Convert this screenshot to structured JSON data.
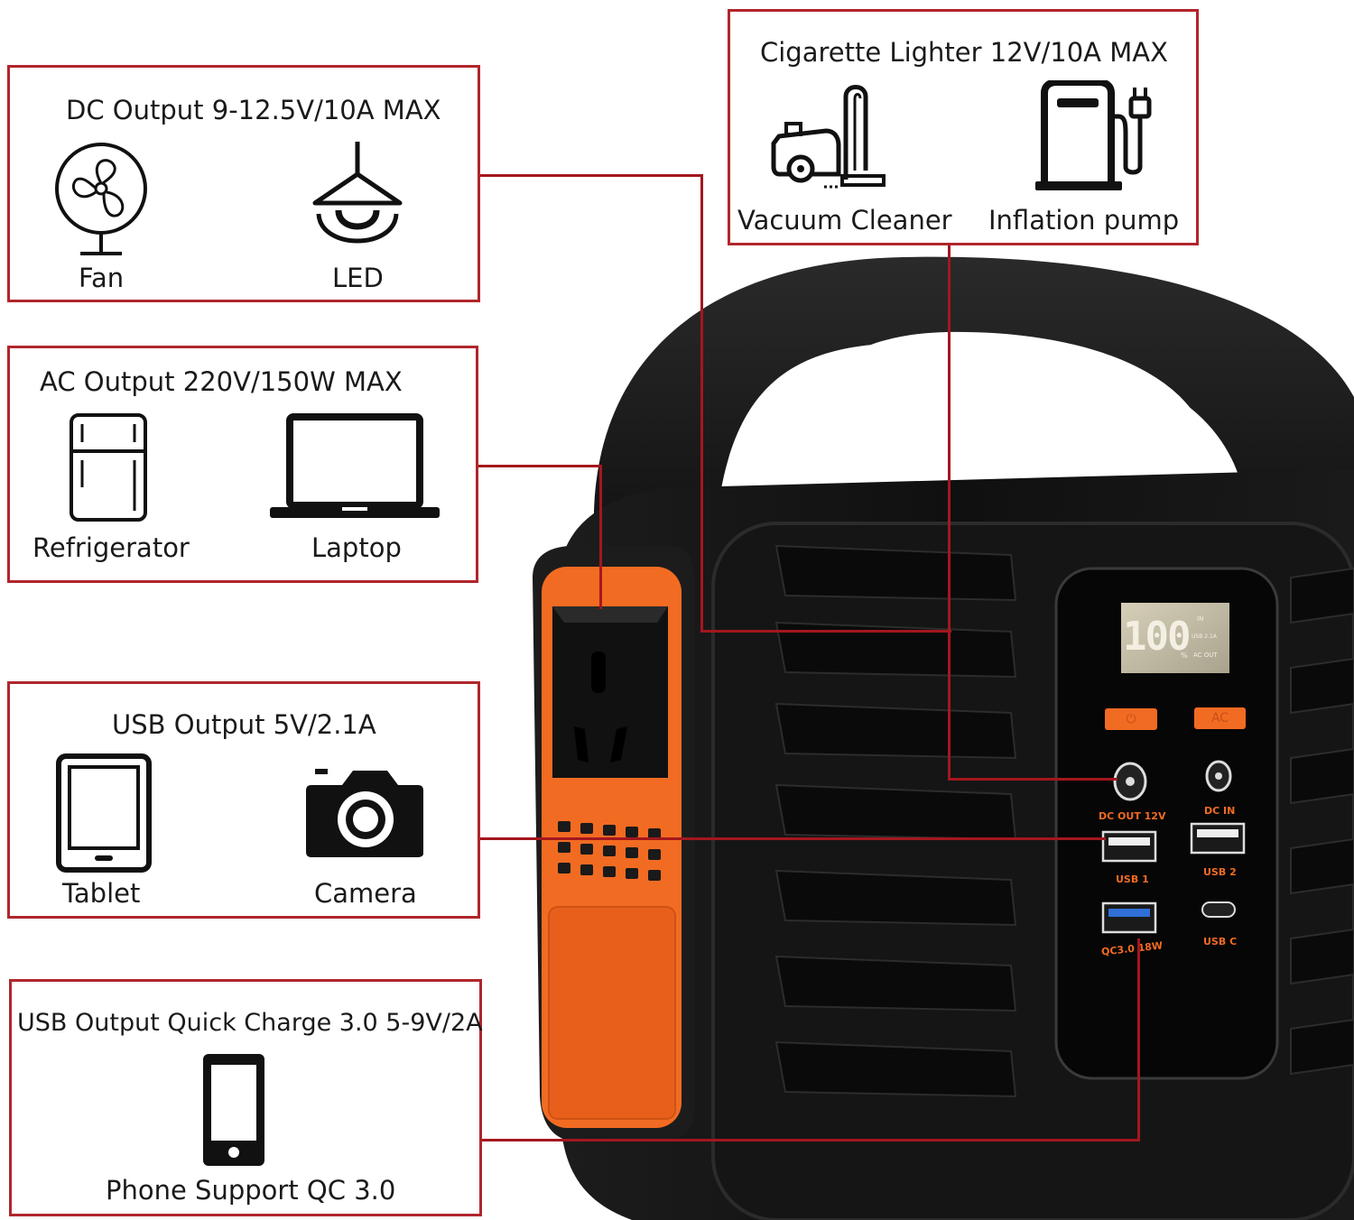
{
  "boxes": {
    "dc": {
      "title": "DC Output 9-12.5V/10A MAX",
      "items": [
        {
          "label": "Fan",
          "icon": "fan-icon"
        },
        {
          "label": "LED",
          "icon": "lamp-icon"
        }
      ]
    },
    "ac": {
      "title": "AC Output  220V/150W MAX",
      "items": [
        {
          "label": "Refrigerator",
          "icon": "refrigerator-icon"
        },
        {
          "label": "Laptop",
          "icon": "laptop-icon"
        }
      ]
    },
    "usb": {
      "title": "USB Output 5V/2.1A",
      "items": [
        {
          "label": "Tablet",
          "icon": "tablet-icon"
        },
        {
          "label": "Camera",
          "icon": "camera-icon"
        }
      ]
    },
    "qc": {
      "title": "USB Output Quick Charge 3.0  5-9V/2A",
      "items": [
        {
          "label": "Phone Support QC 3.0",
          "icon": "phone-icon"
        }
      ]
    },
    "cig": {
      "title": "Cigarette Lighter 12V/10A MAX",
      "items": [
        {
          "label": "Vacuum Cleaner",
          "icon": "vacuum-icon"
        },
        {
          "label": "Inflation pump",
          "icon": "pump-icon"
        }
      ]
    }
  },
  "device": {
    "display": {
      "digits": "100",
      "percent": "%",
      "indicators": [
        "IN",
        "USB 2.1A",
        "AC OUT"
      ]
    },
    "buttons": {
      "power": "⏻",
      "ac": "AC"
    },
    "ports": {
      "dc_out": "DC OUT 12V",
      "dc_in": "DC IN",
      "usb1": "USB 1",
      "usb2": "USB 2",
      "qc": "QC3.0 18W",
      "usbc": "USB C"
    }
  },
  "colors": {
    "border": "#b0262c",
    "accent": "#f26b22",
    "body": "#141414"
  }
}
